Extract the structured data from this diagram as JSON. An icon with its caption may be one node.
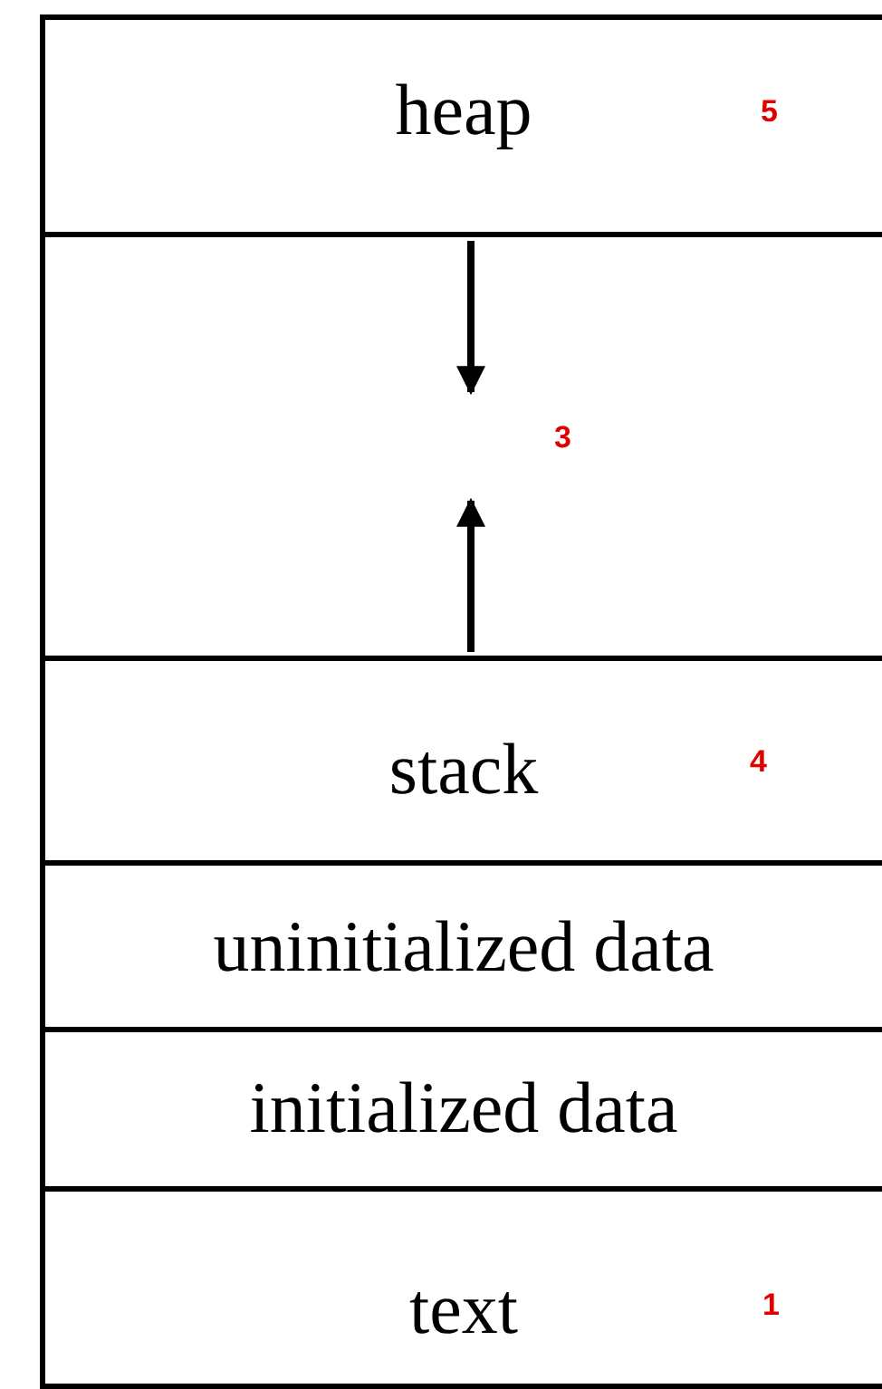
{
  "diagram": {
    "nodes": [
      {
        "text": [
          "heap",
          "5"
        ]
      },
      {
        "text": [
          "3"
        ]
      },
      {
        "text": [
          "stack",
          "4"
        ]
      },
      {
        "text": [
          "uninitialized data"
        ]
      },
      {
        "text": [
          "initialized data"
        ]
      },
      {
        "text": [
          "text",
          "1"
        ]
      }
    ],
    "edges": [
      {
        "from": 0,
        "to": 1,
        "arrow": "to"
      },
      {
        "from": 2,
        "to": 1,
        "arrow": "to"
      }
    ]
  }
}
